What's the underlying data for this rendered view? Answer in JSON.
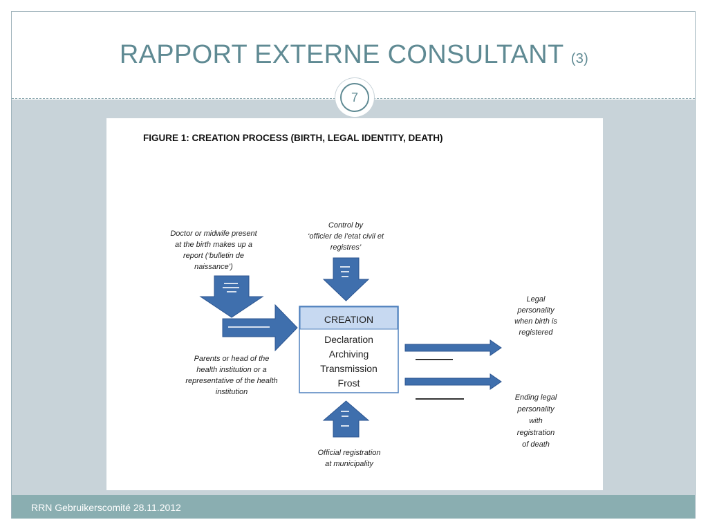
{
  "slide": {
    "title": "RAPPORT EXTERNE CONSULTANT",
    "title_suffix": "(3)",
    "page_number": "7",
    "footer": "RRN Gebruikerscomité 28.11.2012"
  },
  "figure": {
    "caption": "FIGURE 1: CREATION PROCESS (BIRTH, LEGAL IDENTITY, DEATH)",
    "doctor_note": [
      "Doctor or midwife present",
      "at the birth makes up a",
      "report  (‘bulletin de",
      "naissance’)"
    ],
    "control_note": [
      "Control by",
      "‘officier de l’etat civil et",
      "registres’"
    ],
    "parents_note": [
      "Parents or head of the",
      "health institution or a",
      "representative of the health",
      "institution"
    ],
    "official_note": [
      "Official registration",
      "at municipality"
    ],
    "legal_note": [
      "Legal",
      "personality",
      "when birth is",
      "registered"
    ],
    "ending_note": [
      "Ending legal",
      "personality",
      "with",
      "registration",
      "of death"
    ],
    "creation_header": "CREATION",
    "creation_items": [
      "Declaration",
      "Archiving",
      "Transmission",
      "Frost"
    ],
    "colors": {
      "arrow_blue": "#3f6fad",
      "header_fill": "#c7d9f1",
      "box_border": "#4f81bd"
    }
  }
}
